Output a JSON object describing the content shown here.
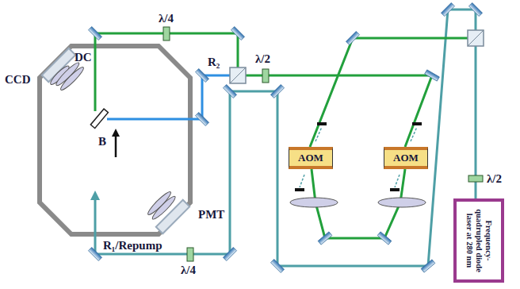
{
  "diagram": {
    "nodes": [
      {
        "text": [
          "AOM"
        ]
      },
      {
        "text": [
          "AOM"
        ]
      },
      {
        "text": [
          "Frequency-quadrupled diode laser at 280 nm"
        ]
      }
    ],
    "labels": [
      "DC",
      "λ/4",
      "R₂",
      "λ/2",
      "λ/2",
      "CCD",
      "B",
      "PMT",
      "R₁/Repump",
      "λ/4"
    ]
  }
}
